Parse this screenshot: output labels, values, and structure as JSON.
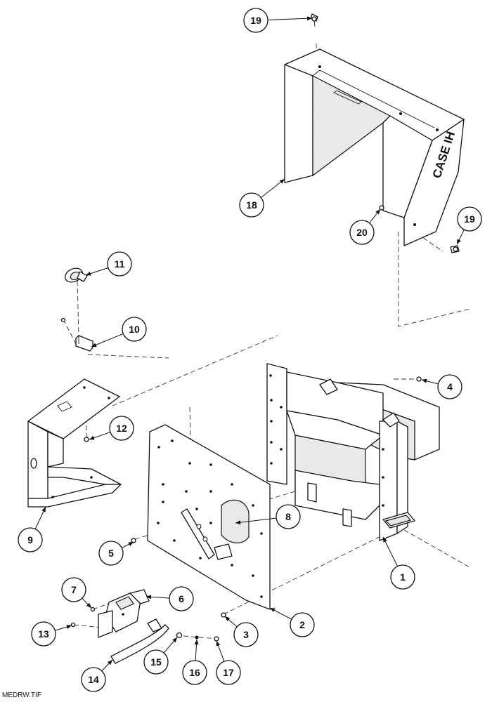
{
  "diagram": {
    "brand_text": "CASE IH",
    "file_label": "MEDRW.TIF",
    "callouts": [
      {
        "label": "1"
      },
      {
        "label": "2"
      },
      {
        "label": "3"
      },
      {
        "label": "4"
      },
      {
        "label": "5"
      },
      {
        "label": "6"
      },
      {
        "label": "7"
      },
      {
        "label": "8"
      },
      {
        "label": "9"
      },
      {
        "label": "10"
      },
      {
        "label": "11"
      },
      {
        "label": "12"
      },
      {
        "label": "13"
      },
      {
        "label": "14"
      },
      {
        "label": "15"
      },
      {
        "label": "16"
      },
      {
        "label": "17"
      },
      {
        "label": "18"
      },
      {
        "label": "19"
      },
      {
        "label": "19"
      },
      {
        "label": "20"
      }
    ]
  }
}
